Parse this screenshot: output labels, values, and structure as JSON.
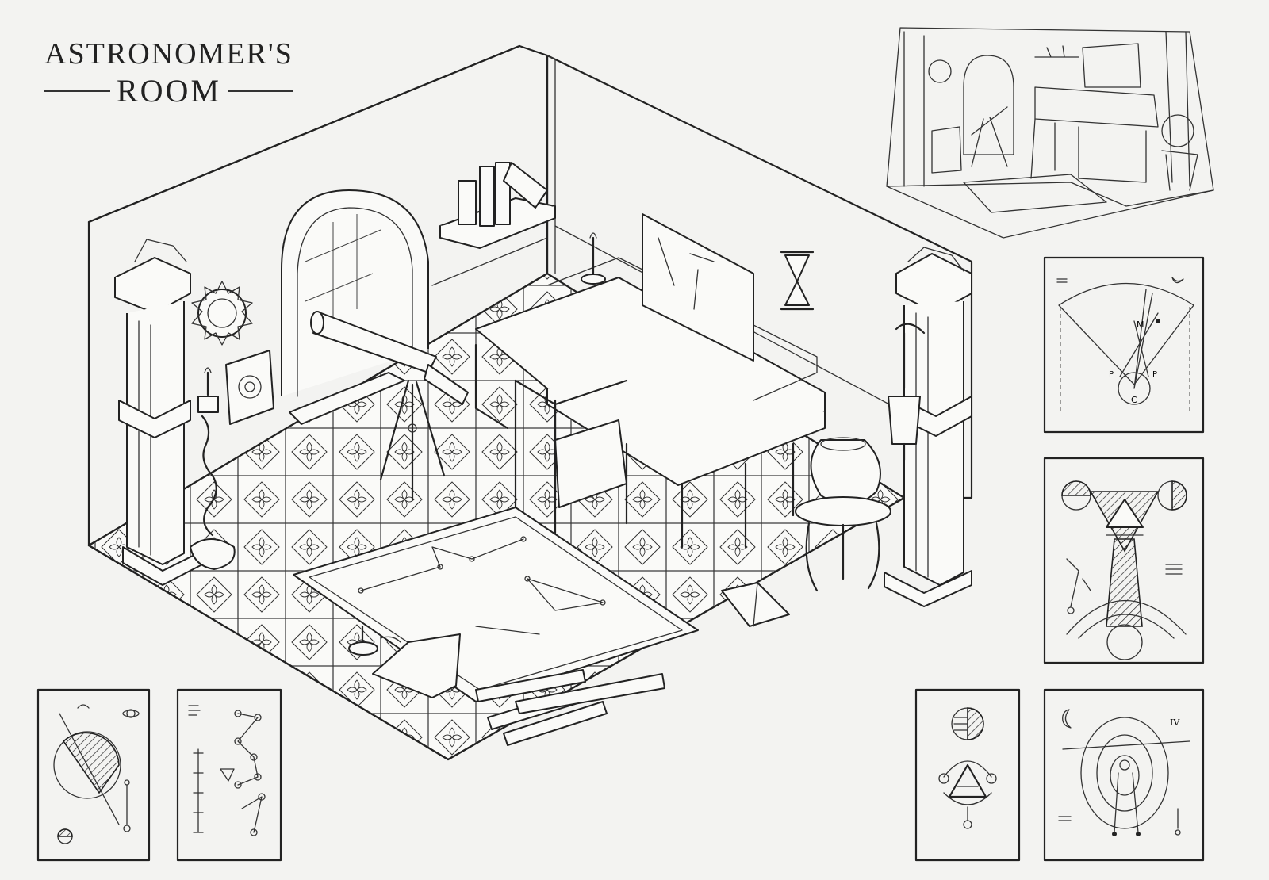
{
  "title": {
    "line1": "ASTRONOMER'S",
    "line2": "ROOM"
  },
  "sketch_labels": {
    "diagram_m": "M",
    "diagram_c": "C",
    "diagram_p_left": "P",
    "diagram_p_right": "P",
    "diagram_iv": "IV"
  },
  "colors": {
    "paper": "#f3f3f1",
    "ink": "#222222"
  }
}
